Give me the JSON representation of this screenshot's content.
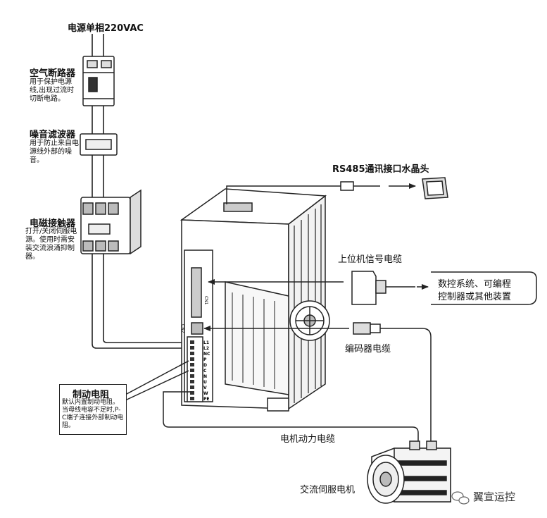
{
  "power_supply": {
    "label": "电源单相220VAC"
  },
  "breaker": {
    "title": "空气断路器",
    "desc": "用于保护电源线,出现过流时切断电路。"
  },
  "noise_filter": {
    "title": "噪音滤波器",
    "desc": "用于防止来自电源线外部的噪音。"
  },
  "contactor": {
    "title": "电磁接触器",
    "desc": "打开/关闭伺服电源。使用时需安装交流浪涌抑制器。"
  },
  "rs485": {
    "label": "RS485通讯接口水晶头"
  },
  "host_cable": {
    "label": "上位机信号电缆"
  },
  "controller": {
    "label_line1": "数控系统、可编程",
    "label_line2": "控制器或其他装置"
  },
  "encoder_cable": {
    "label": "编码器电缆"
  },
  "brake_resistor": {
    "title": "制动电阻",
    "desc": "默认内置制动电阻。当母线电容不足时,P-C端子连接外部制动电阻。"
  },
  "motor_cable": {
    "label": "电机动力电缆"
  },
  "servo_motor": {
    "label": "交流伺服电机"
  },
  "brand": {
    "text": "翼宣运控"
  },
  "drive_terminals": [
    "L1",
    "L2",
    "NC",
    "P",
    "D",
    "C",
    "N",
    "U",
    "V",
    "W",
    "PE"
  ],
  "drive_ports": {
    "cn1": "CN1",
    "cn2": "CN2"
  },
  "colors": {
    "line": "#222222",
    "device_fill": "#ffffff",
    "shade": "#cfcfcf"
  }
}
